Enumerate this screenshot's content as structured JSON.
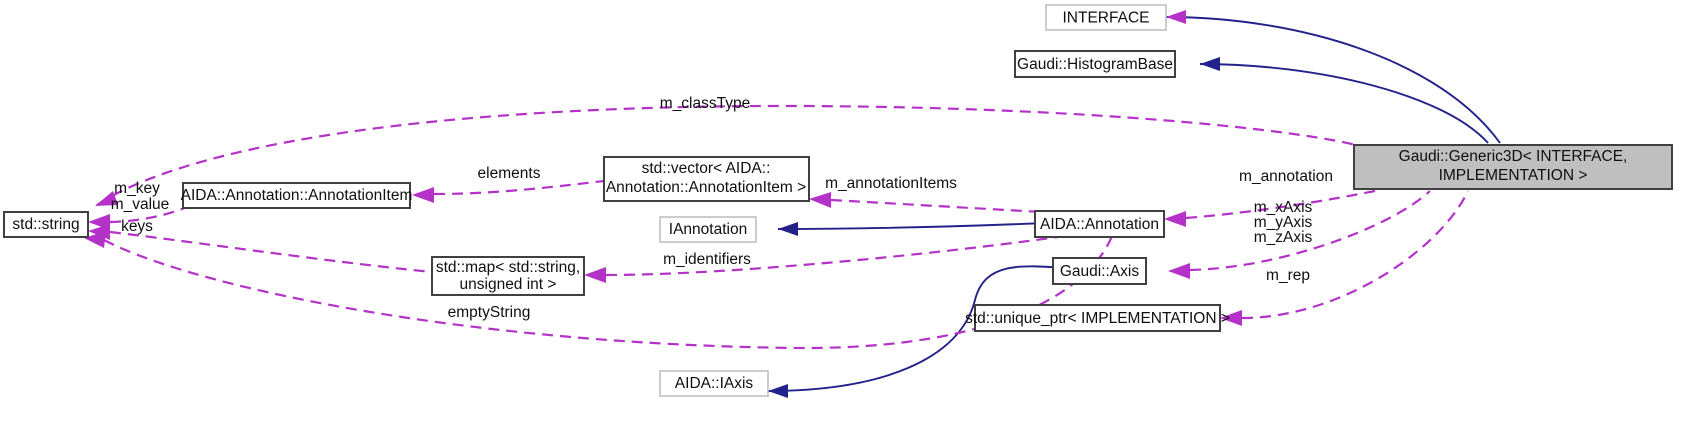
{
  "diagram": {
    "type": "uml-collaboration-graph",
    "colors": {
      "inheritance_edge": "#22228a",
      "usage_edge": "#b432c8",
      "focus_node_fill": "#bfbfbf",
      "node_fill": "#ffffff",
      "node_border": "#404040",
      "external_node_border": "#bfbfbf",
      "text": "#101010",
      "background": "#ffffff"
    },
    "nodes": [
      {
        "id": "interface",
        "label": "INTERFACE",
        "style": "external"
      },
      {
        "id": "histogrambase",
        "label": "Gaudi::HistogramBase",
        "style": "normal"
      },
      {
        "id": "generic3d",
        "label_line1": "Gaudi::Generic3D< INTERFACE,",
        "label_line2": "IMPLEMENTATION >",
        "style": "focus"
      },
      {
        "id": "vector_item",
        "label_line1": "std::vector< AIDA::",
        "label_line2": "Annotation::AnnotationItem >",
        "style": "normal"
      },
      {
        "id": "annotationitem",
        "label": "AIDA::Annotation::AnnotationItem",
        "style": "normal"
      },
      {
        "id": "stdstring",
        "label": "std::string",
        "style": "normal"
      },
      {
        "id": "iannotation",
        "label": "IAnnotation",
        "style": "external"
      },
      {
        "id": "annotation",
        "label": "AIDA::Annotation",
        "style": "normal"
      },
      {
        "id": "stdmap",
        "label_line1": "std::map< std::string,",
        "label_line2": "unsigned int >",
        "style": "normal"
      },
      {
        "id": "gaudiaxis",
        "label": "Gaudi::Axis",
        "style": "normal"
      },
      {
        "id": "uniqueptr",
        "label": "std::unique_ptr< IMPLEMENTATION >",
        "style": "normal"
      },
      {
        "id": "aidaiaxis",
        "label": "AIDA::IAxis",
        "style": "external"
      }
    ],
    "edge_labels": [
      {
        "id": "m_classType",
        "text": "m_classType"
      },
      {
        "id": "elements",
        "text": "elements"
      },
      {
        "id": "m_annotationItems",
        "text": "m_annotationItems"
      },
      {
        "id": "m_key",
        "text": "m_key"
      },
      {
        "id": "m_value",
        "text": "m_value"
      },
      {
        "id": "keys",
        "text": "keys"
      },
      {
        "id": "m_identifiers",
        "text": "m_identifiers"
      },
      {
        "id": "emptyString",
        "text": "emptyString"
      },
      {
        "id": "m_annotation",
        "text": "m_annotation"
      },
      {
        "id": "m_xAxis",
        "text": "m_xAxis"
      },
      {
        "id": "m_yAxis",
        "text": "m_yAxis"
      },
      {
        "id": "m_zAxis",
        "text": "m_zAxis"
      },
      {
        "id": "m_rep",
        "text": "m_rep"
      }
    ]
  }
}
